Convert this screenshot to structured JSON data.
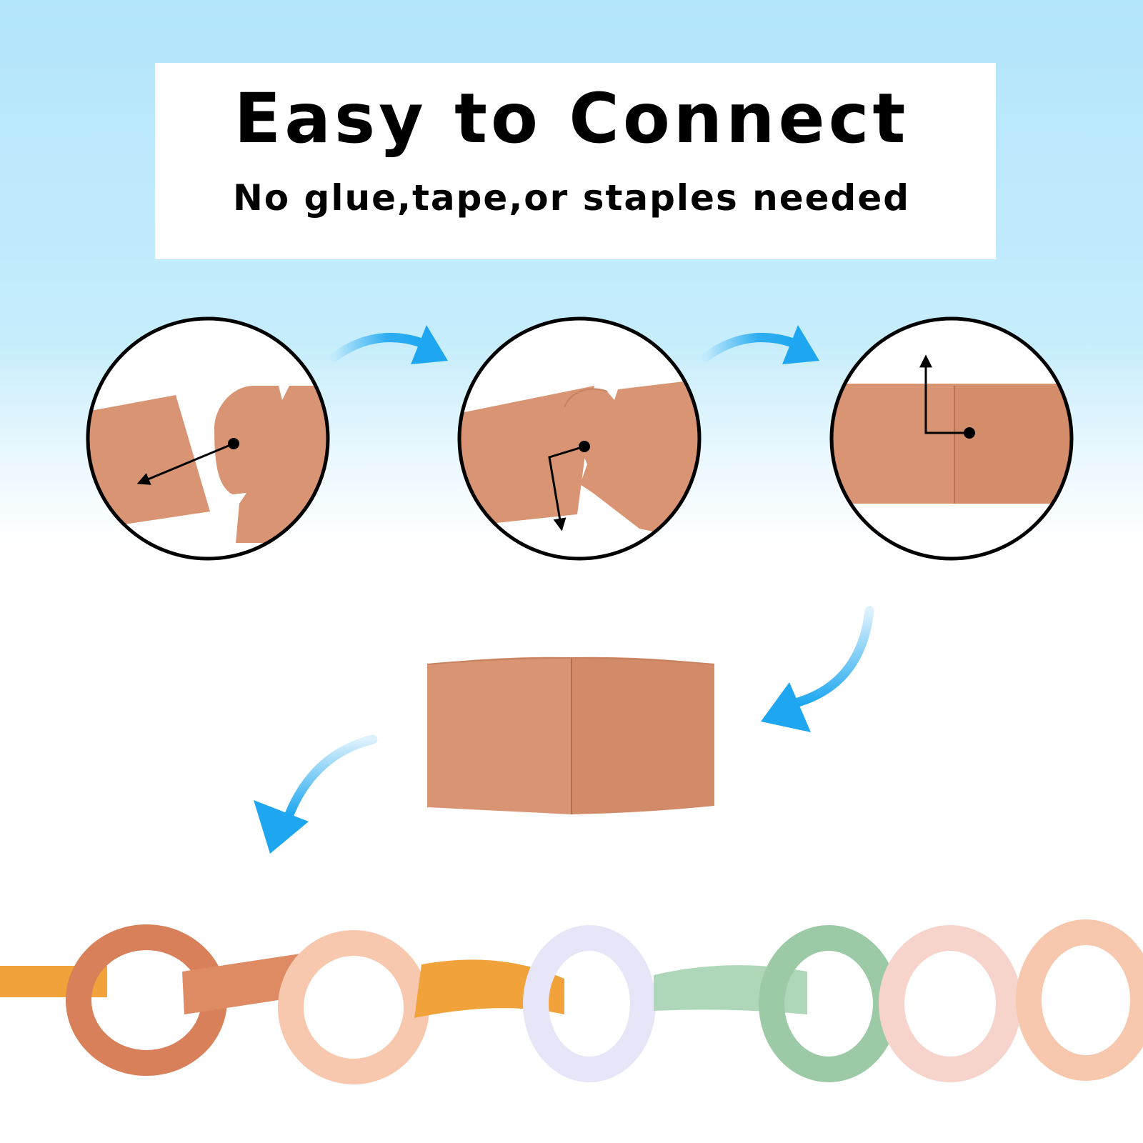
{
  "header": {
    "title": "Easy to Connect",
    "subtitle": "No glue,tape,or staples needed"
  },
  "colors": {
    "sky_blue": "#b3e5fb",
    "arrow_blue": "#1ea7f0",
    "paper_terracotta": "#d99573",
    "chain_orange": "#f2a23a",
    "chain_rust": "#d8805a",
    "chain_peach": "#f7c7ae",
    "chain_lavender": "#e6e6f8",
    "chain_sage": "#aed6b8",
    "chain_pink": "#f6d3cb"
  },
  "icons": [
    "step-1-circle",
    "step-2-circle",
    "step-3-circle",
    "curved-arrow-icon",
    "paper-ring",
    "paper-chain"
  ]
}
